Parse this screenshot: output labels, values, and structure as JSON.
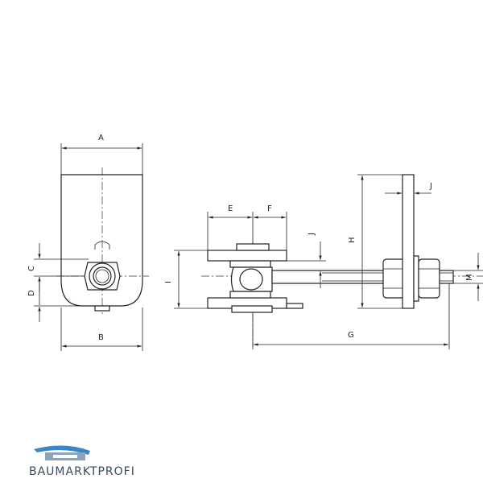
{
  "labels": {
    "A": "A",
    "B": "B",
    "C": "C",
    "D": "D",
    "E": "E",
    "F": "F",
    "G": "G",
    "H": "H",
    "I": "I",
    "J1": "J",
    "J2": "J",
    "M": "M"
  },
  "logo": {
    "text": "BAUMARKTPROFI",
    "color": "#3a87c8"
  }
}
